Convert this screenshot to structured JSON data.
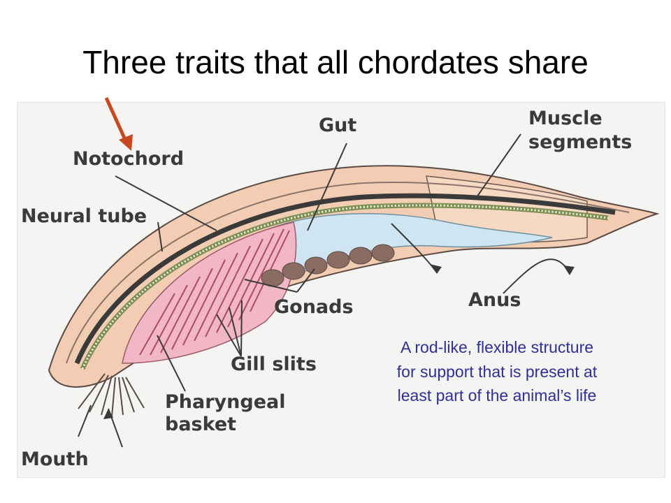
{
  "page": {
    "title": "Three traits that all chordates share"
  },
  "labels": {
    "notochord": "Notochord",
    "neural_tube": "Neural tube",
    "gut": "Gut",
    "muscle_segments_line1": "Muscle",
    "muscle_segments_line2": "segments",
    "gonads": "Gonads",
    "anus": "Anus",
    "gill_slits": "Gill slits",
    "pharyngeal_line1": "Pharyngeal",
    "pharyngeal_line2": "basket",
    "mouth": "Mouth"
  },
  "description": {
    "line1": "A rod-like, flexible structure",
    "line2": "for support that is present at",
    "line3": "least part of the animal’s life",
    "color": "#2f2f9a"
  },
  "colors": {
    "pointer_arrow": "#c8471e",
    "body_skin": "#f2cdb3",
    "pharynx": "#f1b7c6",
    "gut": "#cfe6f2"
  }
}
